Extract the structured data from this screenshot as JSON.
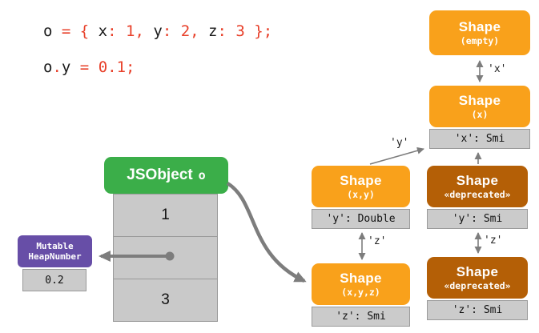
{
  "code": {
    "line1": [
      {
        "text": "o",
        "kind": "id"
      },
      {
        "text": " = ",
        "kind": "op"
      },
      {
        "text": "{ ",
        "kind": "op"
      },
      {
        "text": "x",
        "kind": "id"
      },
      {
        "text": ": ",
        "kind": "op"
      },
      {
        "text": "1",
        "kind": "num"
      },
      {
        "text": ", ",
        "kind": "op"
      },
      {
        "text": "y",
        "kind": "id"
      },
      {
        "text": ": ",
        "kind": "op"
      },
      {
        "text": "2",
        "kind": "num"
      },
      {
        "text": ", ",
        "kind": "op"
      },
      {
        "text": "z",
        "kind": "id"
      },
      {
        "text": ": ",
        "kind": "op"
      },
      {
        "text": "3",
        "kind": "num"
      },
      {
        "text": " };",
        "kind": "op"
      }
    ],
    "line2": [
      {
        "text": "o",
        "kind": "id"
      },
      {
        "text": ".",
        "kind": "op"
      },
      {
        "text": "y",
        "kind": "id"
      },
      {
        "text": " = ",
        "kind": "op"
      },
      {
        "text": "0.1",
        "kind": "num"
      },
      {
        "text": ";",
        "kind": "op"
      }
    ]
  },
  "shapes": {
    "empty": {
      "title": "Shape",
      "subtitle": "(empty)"
    },
    "x": {
      "title": "Shape",
      "subtitle": "(x)",
      "prop": "'x': Smi"
    },
    "xy": {
      "title": "Shape",
      "subtitle": "(x,y)",
      "prop": "'y': Double"
    },
    "deprecated1": {
      "title": "Shape",
      "subtitle": "«deprecated»",
      "prop": "'y': Smi"
    },
    "xyz": {
      "title": "Shape",
      "subtitle": "(x,y,z)",
      "prop": "'z': Smi"
    },
    "deprecated2": {
      "title": "Shape",
      "subtitle": "«deprecated»",
      "prop": "'z': Smi"
    }
  },
  "edge_labels": {
    "x": "'x'",
    "y": "'y'",
    "z_left": "'z'",
    "z_right": "'z'"
  },
  "jsobject": {
    "title": "JSObject",
    "var_name": "o",
    "slots": [
      "1",
      "",
      "3"
    ]
  },
  "heapnumber": {
    "line1": "Mutable",
    "line2": "HeapNumber",
    "value": "0.2"
  },
  "colors": {
    "orange": "#F9A11B",
    "deprecated_brown": "#B45F06",
    "green": "#3BAE49",
    "purple": "#674EA7",
    "slot_gray": "#C9C9C9",
    "arrow_gray": "#7D7D7D",
    "code_red": "#E8402A",
    "code_black": "#1A1A1A"
  }
}
